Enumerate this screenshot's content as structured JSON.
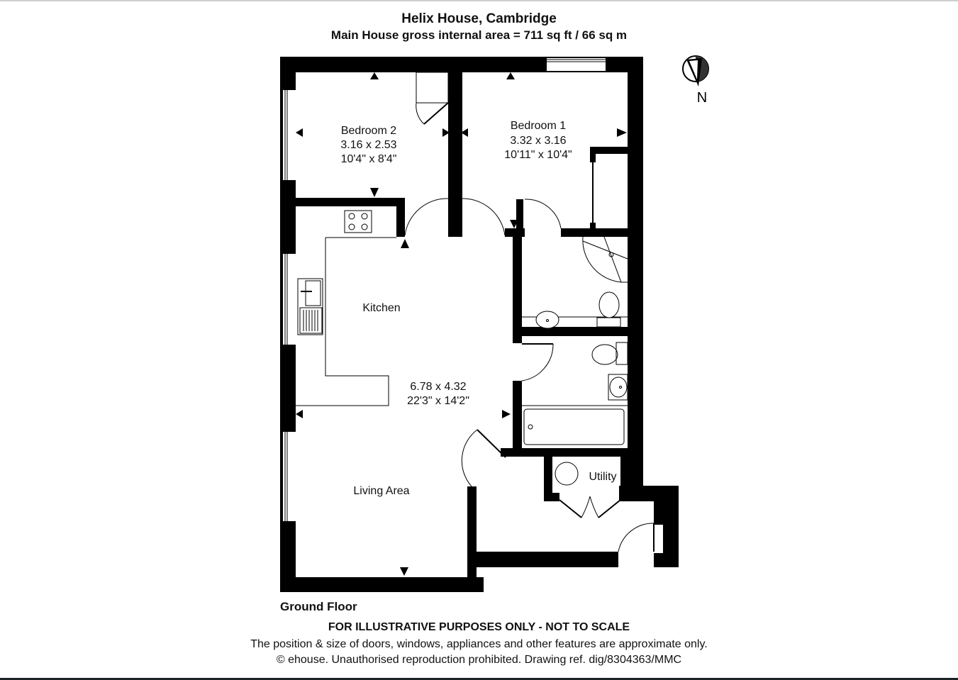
{
  "header": {
    "title": "Helix House, Cambridge",
    "subtitle": "Main House gross internal area = 711 sq ft / 66 sq m"
  },
  "compass": {
    "icon": "north-arrow-icon",
    "label": "N"
  },
  "rooms": {
    "bedroom2": {
      "name": "Bedroom 2",
      "metric": "3.16 x 2.53",
      "imperial": "10'4\" x 8'4\""
    },
    "bedroom1": {
      "name": "Bedroom 1",
      "metric": "3.32 x 3.16",
      "imperial": "10'11\" x 10'4\""
    },
    "kitchen": {
      "name": "Kitchen"
    },
    "living": {
      "name": "Living Area",
      "metric": "6.78 x 4.32",
      "imperial": "22'3\" x 14'2\""
    },
    "utility": {
      "name": "Utility"
    }
  },
  "footer": {
    "floor_label": "Ground Floor",
    "disclaimer": "FOR ILLUSTRATIVE PURPOSES ONLY - NOT TO SCALE",
    "note": "The position & size of doors, windows, appliances and other features are approximate only.",
    "copyright": "© ehouse. Unauthorised reproduction prohibited. Drawing ref. dig/8304363/MMC"
  },
  "colors": {
    "wall": "#000000",
    "background": "#ffffff",
    "fixture_line": "#111111"
  }
}
